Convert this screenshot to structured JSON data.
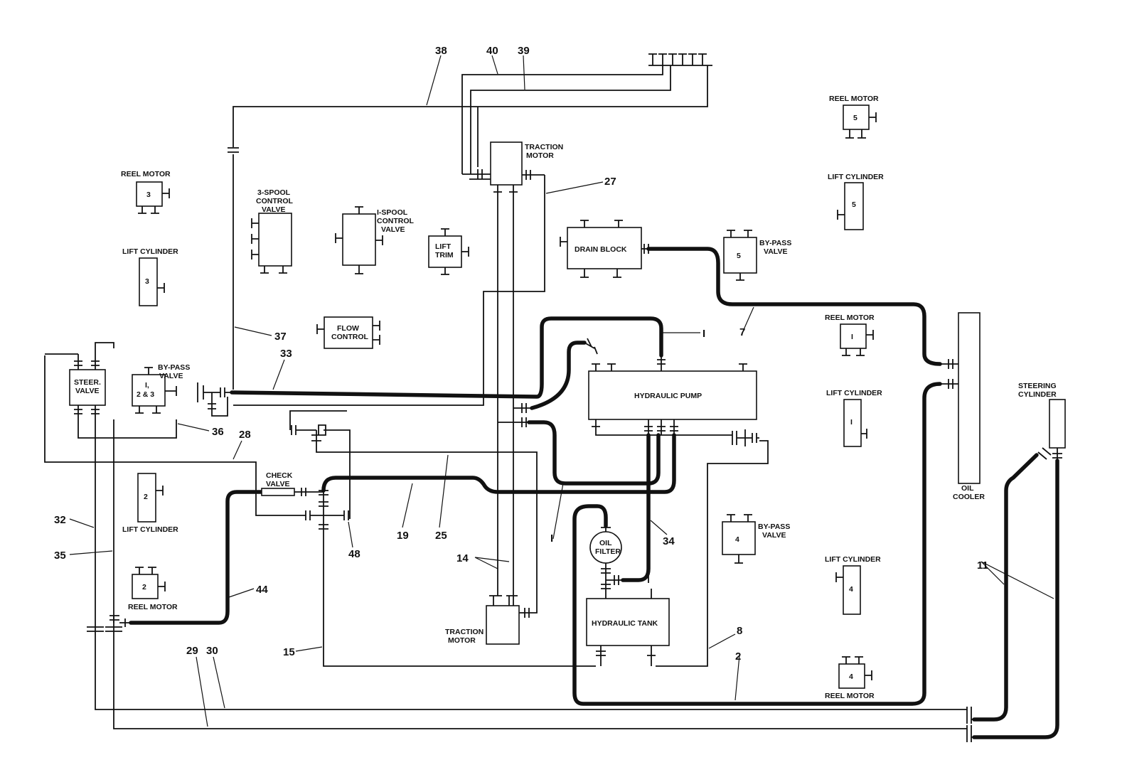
{
  "components": {
    "reel_motor_5": {
      "label": "REEL MOTOR",
      "num": "5"
    },
    "lift_cyl_5": {
      "label": "LIFT CYLINDER",
      "num": "5"
    },
    "reel_motor_3": {
      "label": "REEL MOTOR",
      "num": "3"
    },
    "lift_cyl_3": {
      "label": "LIFT CYLINDER",
      "num": "3"
    },
    "spool3": {
      "l1": "3-SPOOL",
      "l2": "CONTROL",
      "l3": "VALVE"
    },
    "spool1": {
      "l1": "I-SPOOL",
      "l2": "CONTROL",
      "l3": "VALVE"
    },
    "lift_trim": {
      "l1": "LIFT",
      "l2": "TRIM"
    },
    "traction_top": {
      "l1": "TRACTION",
      "l2": "MOTOR"
    },
    "drain_block": {
      "label": "DRAIN BLOCK"
    },
    "bypass_5": {
      "l1": "BY-PASS",
      "l2": "VALVE",
      "num": "5"
    },
    "flow_control": {
      "l1": "FLOW",
      "l2": "CONTROL"
    },
    "reel_motor_1": {
      "label": "REEL MOTOR",
      "num": "I"
    },
    "lift_cyl_1": {
      "label": "LIFT CYLINDER",
      "num": "I"
    },
    "steer_valve": {
      "l1": "STEER.",
      "l2": "VALVE"
    },
    "bypass_123": {
      "l1": "BY-PASS",
      "l2": "VALVE",
      "n1": "I,",
      "n2": "2 & 3"
    },
    "hydraulic_pump": {
      "label": "HYDRAULIC PUMP"
    },
    "steering_cyl": {
      "l1": "STEERING",
      "l2": "CYLINDER"
    },
    "check_valve": {
      "l1": "CHECK",
      "l2": "VALVE"
    },
    "lift_cyl_2": {
      "label": "LIFT CYLINDER",
      "num": "2"
    },
    "oil_cooler": {
      "l1": "OIL",
      "l2": "COOLER"
    },
    "oil_filter": {
      "l1": "OIL",
      "l2": "FILTER"
    },
    "bypass_4": {
      "l1": "BY-PASS",
      "l2": "VALVE",
      "num": "4"
    },
    "lift_cyl_4": {
      "label": "LIFT CYLINDER",
      "num": "4"
    },
    "reel_motor_2": {
      "label": "REEL MOTOR",
      "num": "2"
    },
    "traction_bottom": {
      "l1": "TRACTION",
      "l2": "MOTOR"
    },
    "hydraulic_tank": {
      "label": "HYDRAULIC TANK"
    },
    "reel_motor_4": {
      "label": "REEL MOTOR",
      "num": "4"
    }
  },
  "line_numbers": {
    "n38": "38",
    "n40": "40",
    "n39": "39",
    "n27": "27",
    "n7": "7",
    "n1a": "I",
    "n37": "37",
    "n33": "33",
    "n36": "36",
    "n28": "28",
    "n32": "32",
    "n35": "35",
    "n19": "19",
    "n25": "25",
    "n1b": "I",
    "n34": "34",
    "n48": "48",
    "n14": "14",
    "n44": "44",
    "n11": "11",
    "n8": "8",
    "n15": "15",
    "n2": "2",
    "n29": "29",
    "n30": "30"
  }
}
